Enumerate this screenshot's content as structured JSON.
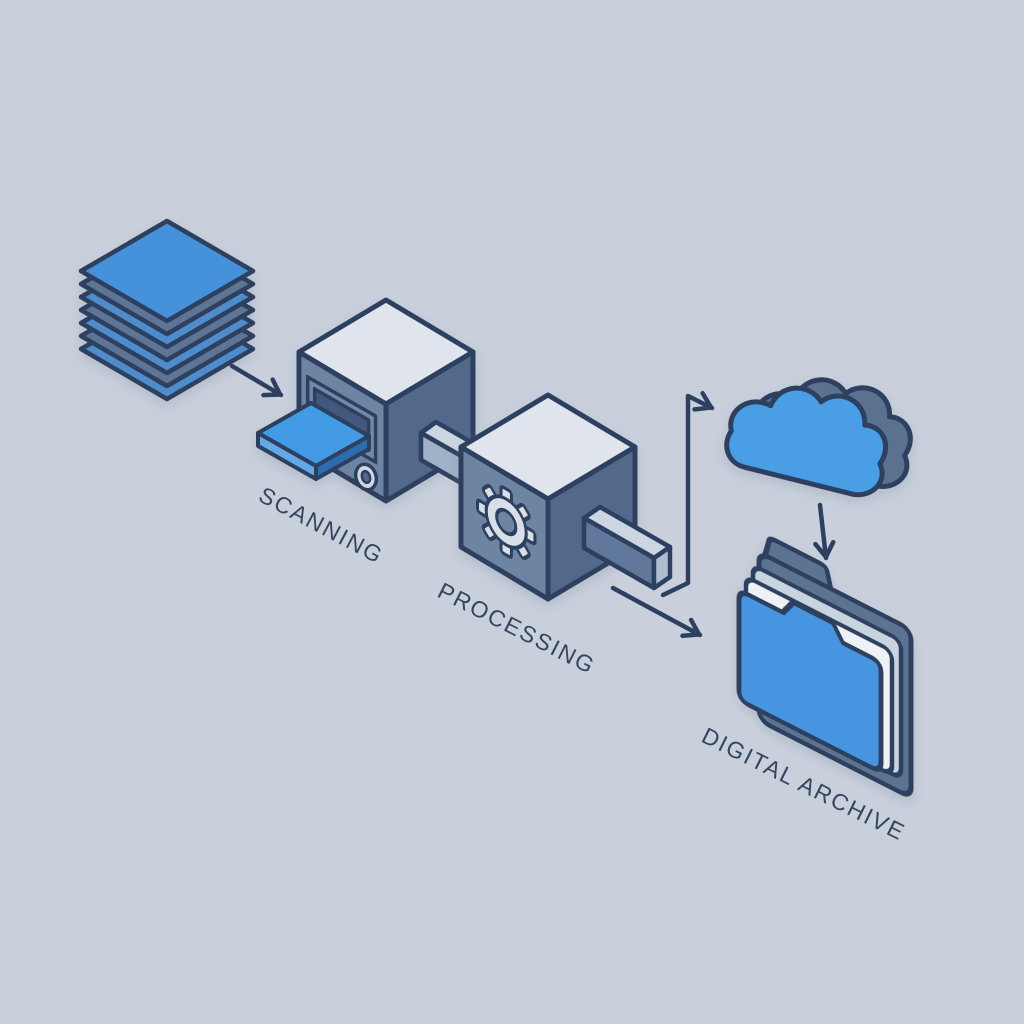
{
  "diagram_type": "isometric-flow-diagram",
  "background_color": "#c9d0dc",
  "outline_color": "#2e4060",
  "text_color": "#32465f",
  "steps": [
    {
      "id": "document-stack",
      "icon": "paper-stack-icon",
      "label": ""
    },
    {
      "id": "scanner",
      "icon": "scanner-icon",
      "label": "SCANNING"
    },
    {
      "id": "processor",
      "icon": "gear-box-icon",
      "label": "PROCESSING"
    },
    {
      "id": "cloud-storage",
      "icon": "cloud-icon",
      "label": ""
    },
    {
      "id": "archive-folder",
      "icon": "folder-icon",
      "label": "DIGITAL ARCHIVE"
    }
  ],
  "connections": [
    {
      "from": "document-stack",
      "to": "scanner",
      "style": "arrow"
    },
    {
      "from": "scanner",
      "to": "processor",
      "style": "solid-bar"
    },
    {
      "from": "processor",
      "to": "cloud-storage",
      "style": "elbow-arrow"
    },
    {
      "from": "processor",
      "to": "archive-folder",
      "style": "arrow"
    },
    {
      "from": "cloud-storage",
      "to": "archive-folder",
      "style": "arrow"
    }
  ],
  "colors": {
    "accent_blue": "#4596dd",
    "cloud_blue": "#4a9ee6",
    "folder_blue": "#4795e0",
    "tray_blue": "#429be4",
    "cube_top": "#e0e5ed",
    "cube_left": "#6d84a3",
    "cube_right": "#53698b",
    "slate_dark": "#5c7392",
    "sheet_white": "#eef1f6",
    "paper_slate": "#5e7595",
    "paper_blue": "#4f8ccb"
  }
}
